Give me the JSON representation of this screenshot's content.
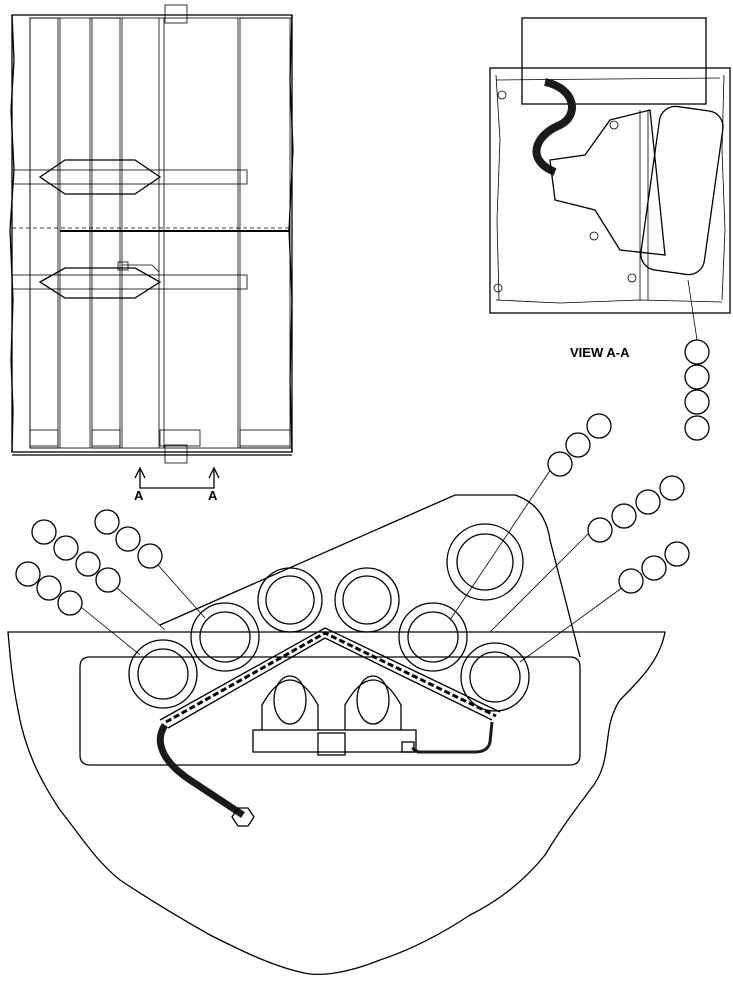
{
  "labels": {
    "view_title": "VIEW A-A",
    "section_left": "A",
    "section_right": "A"
  },
  "colors": {
    "line": "#000000",
    "background": "#ffffff",
    "hose": "#1a1a1a"
  }
}
